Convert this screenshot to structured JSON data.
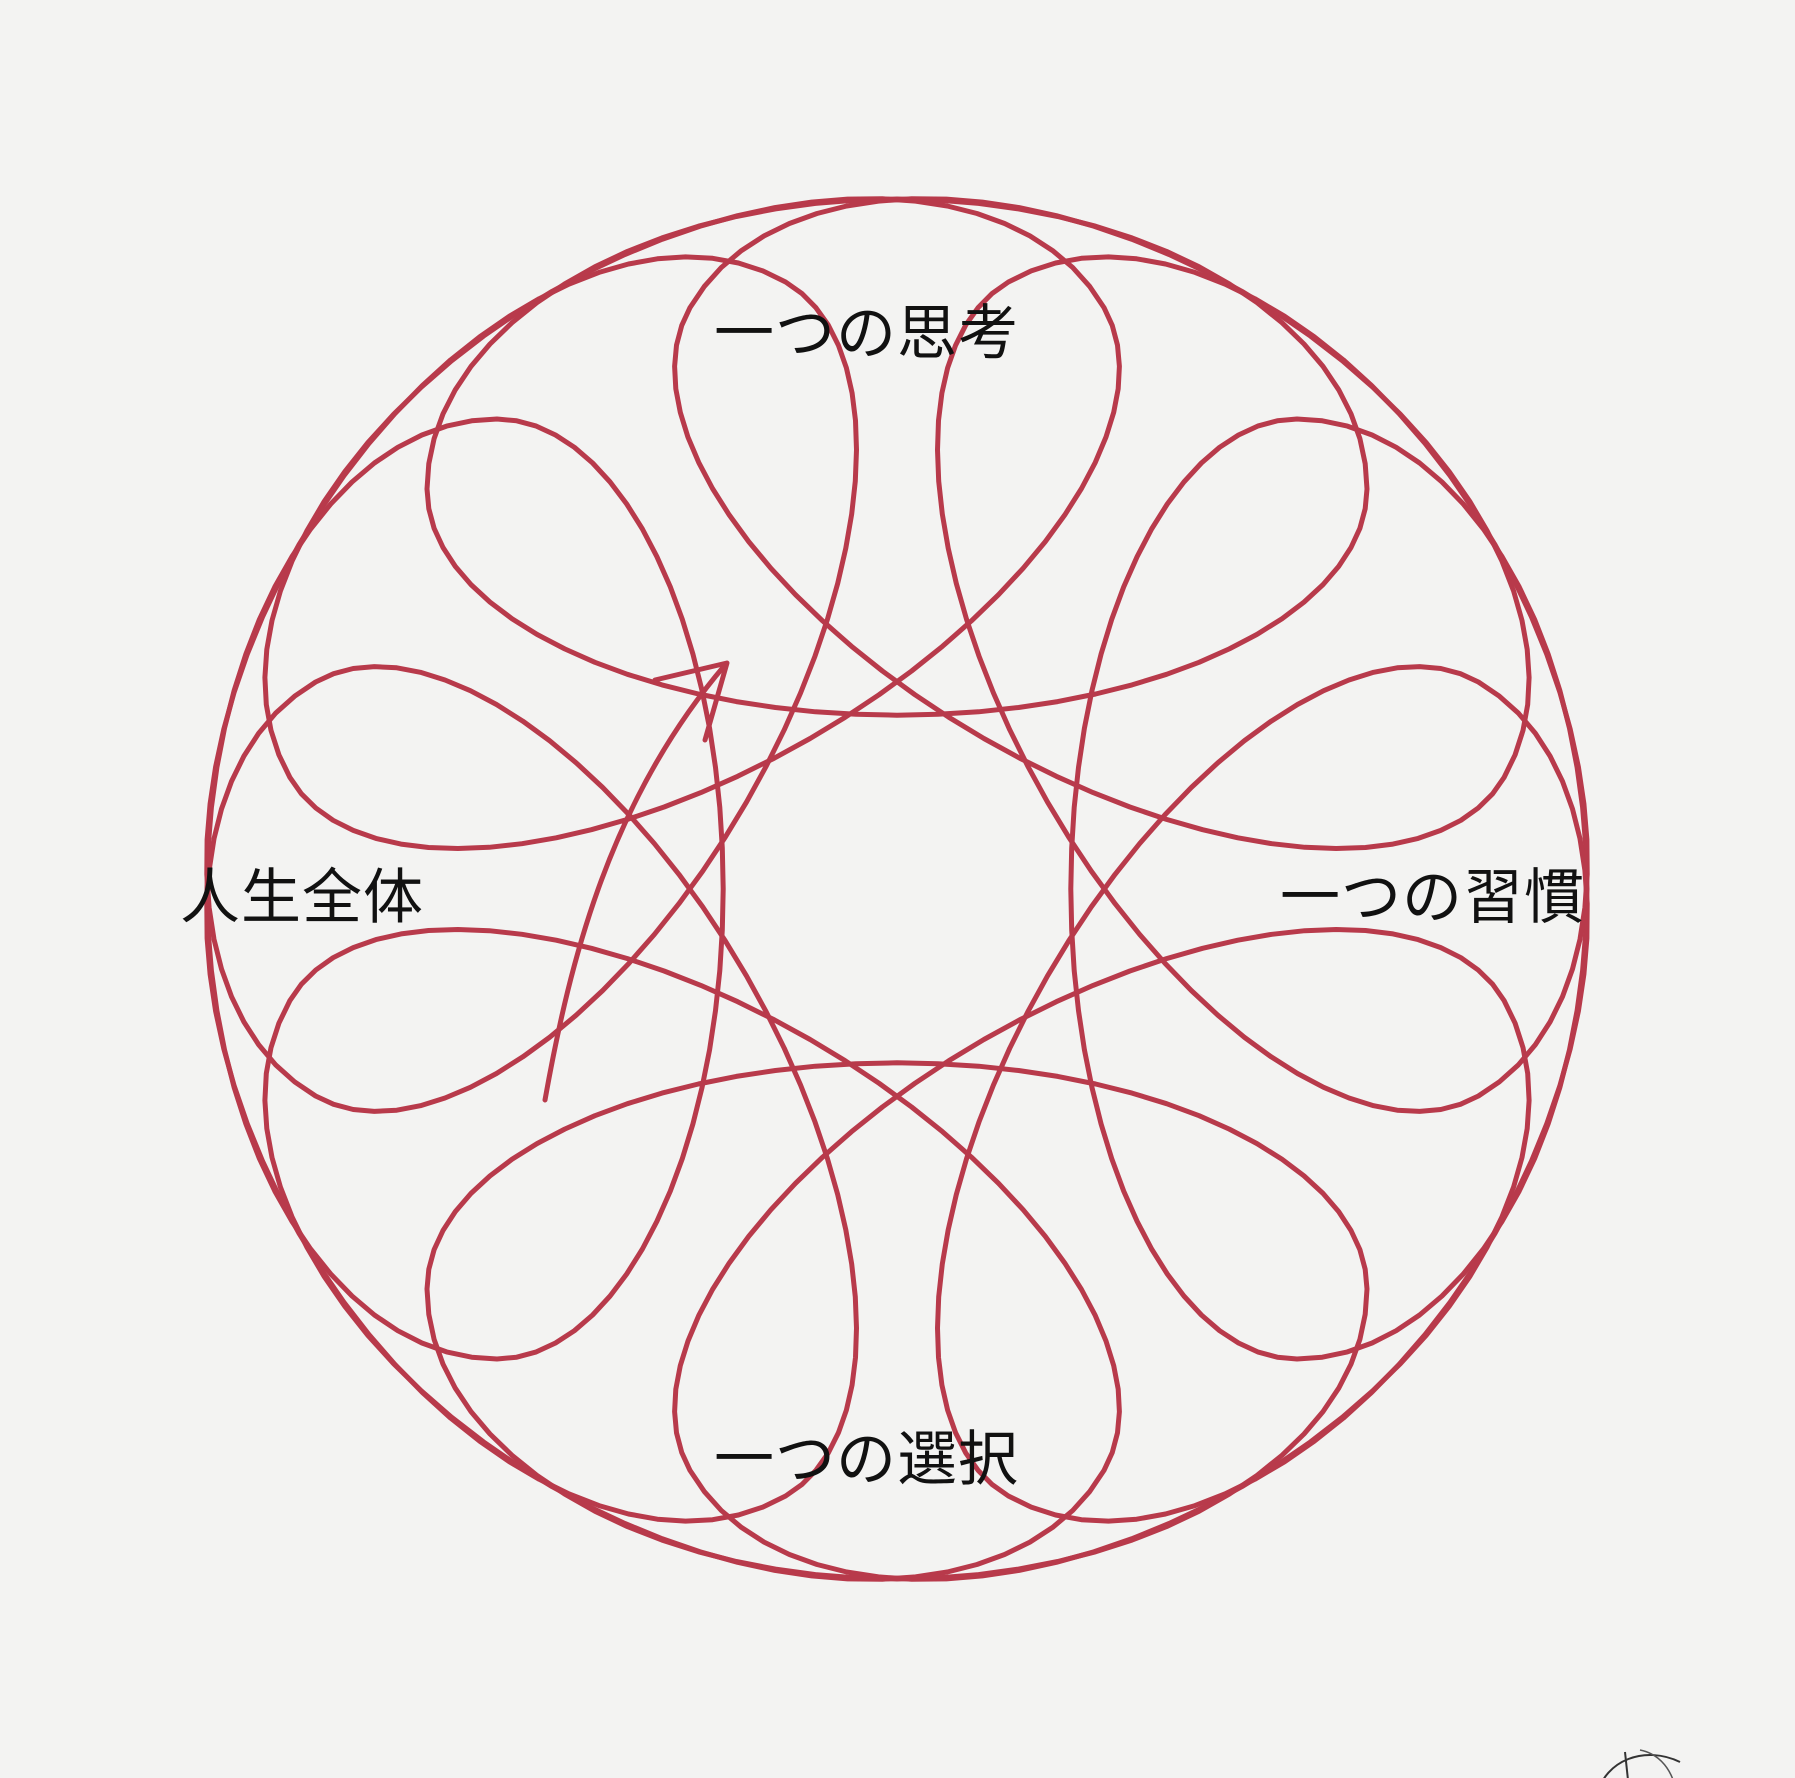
{
  "diagram": {
    "stroke_color": "#b83a4b",
    "background_color": "#f3f3f2",
    "text_color": "#111111",
    "labels": {
      "top": "一つの思考",
      "left": "人生全体",
      "right": "一つの習慣",
      "bottom": "一つの選択"
    },
    "arrow": "arrow-icon"
  }
}
